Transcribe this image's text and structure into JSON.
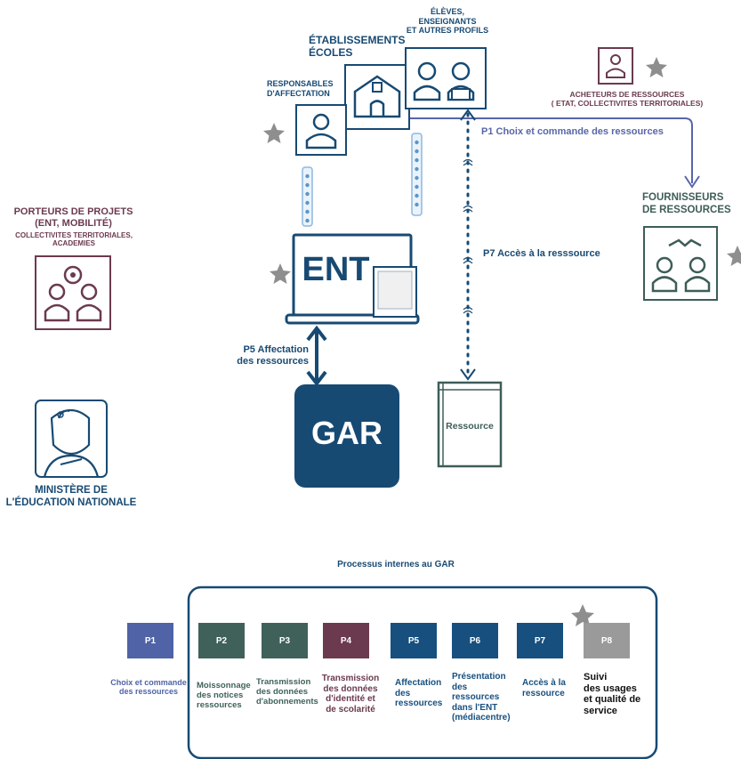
{
  "labels": {
    "etablissements": "ÉTABLISSEMENTS\nÉCOLES",
    "eleves": "ÉLÈVES,\nENSEIGNANTS\nET AUTRES PROFILS",
    "responsables": "RESPONSABLES\nD'AFFECTATION",
    "acheteurs": "ACHETEURS DE RESSOURCES\n( ETAT, COLLECTIVITES TERRITORIALES)",
    "fournisseurs": "FOURNISSEURS\nDE RESSOURCES",
    "porteurs_title": "PORTEURS DE PROJETS\n(ENT, MOBILITÉ)",
    "porteurs_sub": "COLLECTIVITES TERRITORIALES,\nACADEMIES",
    "ministere": "MINISTÈRE DE\nL'ÉDUCATION NATIONALE",
    "ent": "ENT",
    "gar": "GAR",
    "ressource": "Ressource",
    "p1_flow": "P1 Choix et commande des ressources",
    "p7_flow": "P7 Accès à la resssource",
    "p5_flow": "P5 Affectation\ndes ressources",
    "process_title": "Processus internes au GAR"
  },
  "processes": [
    {
      "code": "P1",
      "desc": "Choix et commande\ndes ressources",
      "color": "#4f63a6",
      "text_color": "#4f63a6"
    },
    {
      "code": "P2",
      "desc": "Moissonnage\ndes notices\nressources",
      "color": "#3f615a",
      "text_color": "#3f615a"
    },
    {
      "code": "P3",
      "desc": "Transmission\ndes données\nd'abonnements",
      "color": "#3f615a",
      "text_color": "#3f615a"
    },
    {
      "code": "P4",
      "desc": "Transmission\ndes données\nd'identité et\nde scolarité",
      "color": "#6b3a4e",
      "text_color": "#6b3a4e"
    },
    {
      "code": "P5",
      "desc": "Affectation\ndes\nressources",
      "color": "#17507f",
      "text_color": "#17507f"
    },
    {
      "code": "P6",
      "desc": "Présentation\ndes\nressources\ndans l'ENT\n(médiacentre)",
      "color": "#17507f",
      "text_color": "#17507f"
    },
    {
      "code": "P7",
      "desc": "Accès à la\nressource",
      "color": "#17507f",
      "text_color": "#17507f"
    },
    {
      "code": "P8",
      "desc": "Suivi\ndes usages\net qualité de\nservice",
      "color": "#9a9a9a",
      "text_color": "#111111"
    }
  ],
  "colors": {
    "navy": "#174a73",
    "blue_text": "#1f5c85",
    "plum": "#6b3a4e",
    "teal": "#3e5d58",
    "purple_arrow": "#5866a8",
    "star": "#8e8e8e",
    "light_blue": "#8db8e0"
  }
}
